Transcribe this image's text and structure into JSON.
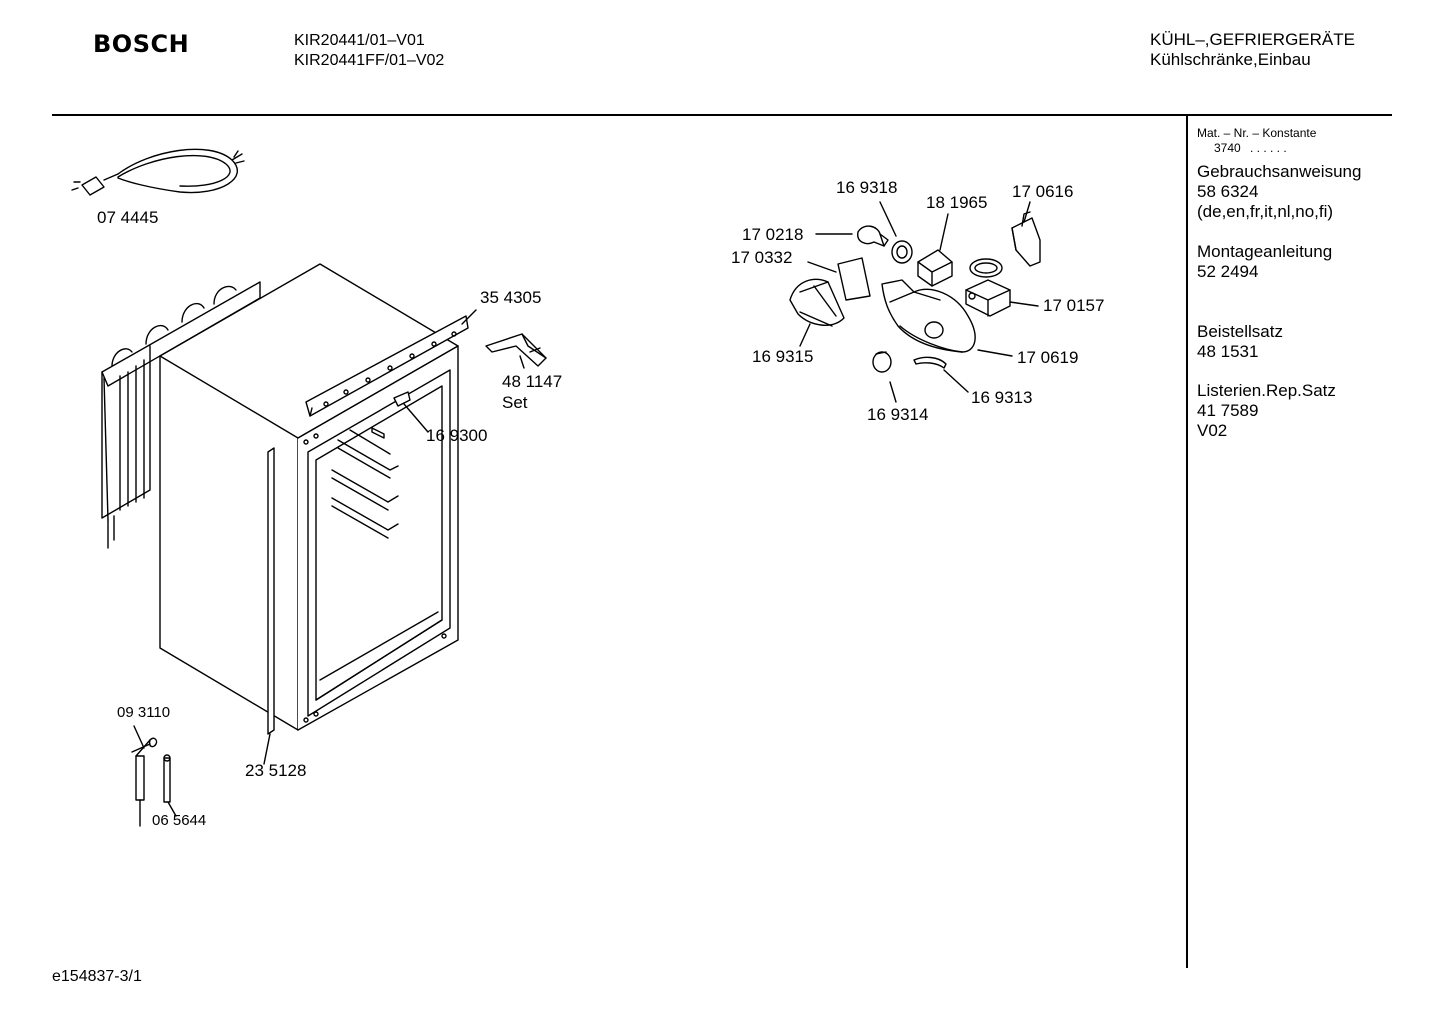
{
  "header": {
    "brand": "BOSCH",
    "model_1": "KIR20441/01–V01",
    "model_2": "KIR20441FF/01–V02",
    "category_1": "KÜHL–,GEFRIERGERÄTE",
    "category_2": "Kühlschränke,Einbau"
  },
  "sidebar": {
    "mat_title": "Mat. – Nr. – Konstante",
    "mat_value": "3740",
    "mat_dots": ". . . . . .",
    "manual_label": "Gebrauchsanweisung",
    "manual_number": "58 6324",
    "manual_langs": "(de,en,fr,it,nl,no,fi)",
    "mount_label": "Montageanleitung",
    "mount_number": "52 2494",
    "kit_label": "Beistellsatz",
    "kit_number": "48 1531",
    "list_label": "Listerien.Rep.Satz",
    "list_number": "41 7589",
    "list_version": "V02"
  },
  "parts": {
    "p074445": "07 4445",
    "p354305": "35 4305",
    "p481147": "48 1147",
    "p481147_set": "Set",
    "p169300": "16 9300",
    "p093110": "09 3110",
    "p065644": "06 5644",
    "p235128": "23 5128",
    "p169318": "16 9318",
    "p181965": "18 1965",
    "p170616": "17 0616",
    "p170218": "17 0218",
    "p170332": "17 0332",
    "p170157": "17 0157",
    "p169315": "16 9315",
    "p170619": "17 0619",
    "p169314": "16 9314",
    "p169313": "16 9313"
  },
  "footer": {
    "doc_id": "e154837-3/1"
  }
}
